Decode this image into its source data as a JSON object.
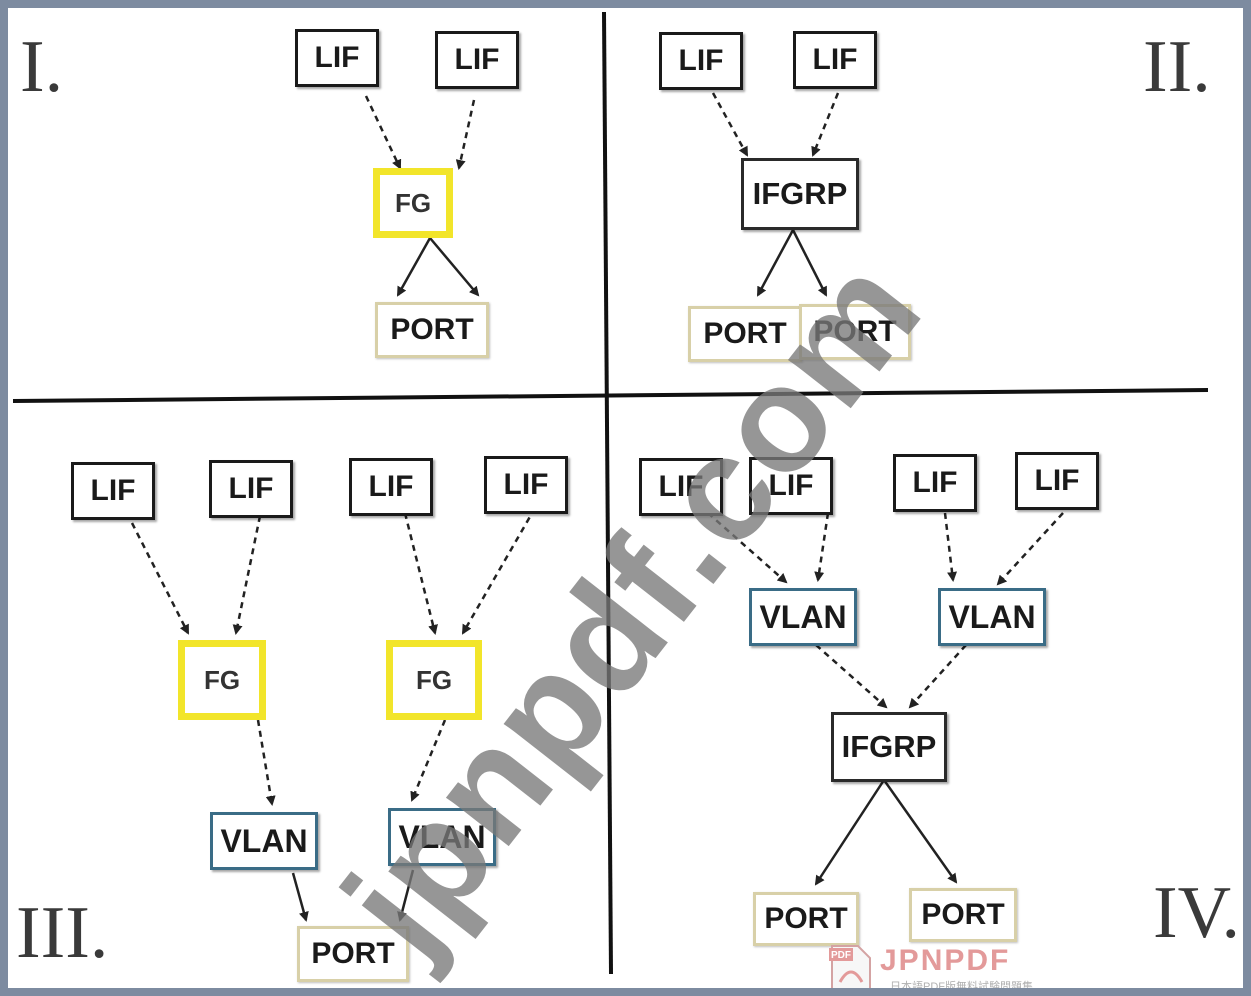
{
  "quadrants": {
    "q1": {
      "numeral": "I.",
      "lif": [
        "LIF",
        "LIF"
      ],
      "fg": "FG",
      "port": "PORT"
    },
    "q2": {
      "numeral": "II.",
      "lif": [
        "LIF",
        "LIF"
      ],
      "ifgrp": "IFGRP",
      "ports": [
        "PORT",
        "PORT"
      ]
    },
    "q3": {
      "numeral": "III.",
      "lif": [
        "LIF",
        "LIF",
        "LIF",
        "LIF"
      ],
      "fg": [
        "FG",
        "FG"
      ],
      "vlan": [
        "VLAN",
        "VLAN"
      ],
      "port": "PORT"
    },
    "q4": {
      "numeral": "IV.",
      "lif": [
        "LIF",
        "LIF",
        "LIF",
        "LIF"
      ],
      "vlan": [
        "VLAN",
        "VLAN"
      ],
      "ifgrp": "IFGRP",
      "ports": [
        "PORT",
        "PORT"
      ]
    }
  },
  "watermark": {
    "text": "jpnpdf.com",
    "logo_text": "JPNPDF",
    "logo_subtext": "日本語PDF版無料試験問題集",
    "logo_badge": "PDF"
  },
  "colors": {
    "fg_border": "#f2e52a",
    "vlan_border": "#3a6c86",
    "port_border": "#d8d0a8",
    "frame": "#7d8ba0"
  }
}
